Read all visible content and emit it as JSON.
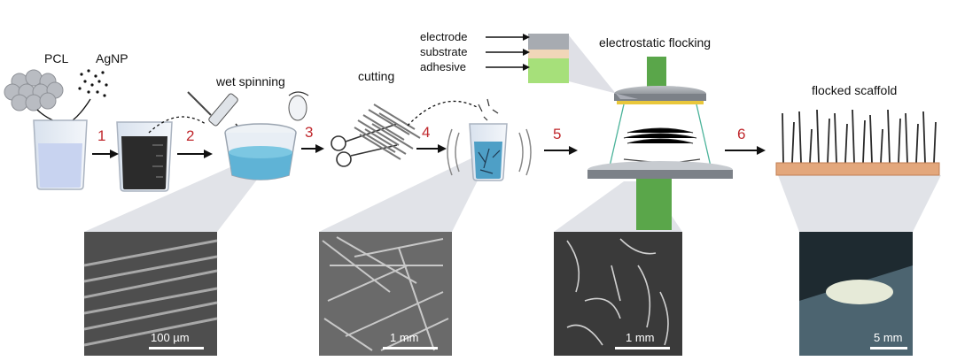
{
  "materials": {
    "pcl": "PCL",
    "agnp": "AgNP"
  },
  "stages": {
    "wet_spinning": "wet spinning",
    "cutting": "cutting",
    "electrostatic_flocking": "electrostatic flocking",
    "flocked_scaffold": "flocked scaffold"
  },
  "layers": {
    "electrode": "electrode",
    "substrate": "substrate",
    "adhesive": "adhesive"
  },
  "steps": [
    "1",
    "2",
    "3",
    "4",
    "5",
    "6"
  ],
  "scale_bars": {
    "wet_spinning": "100 µm",
    "cutting": "1 mm",
    "flocking": "1 mm",
    "scaffold": "5 mm"
  },
  "colors": {
    "step_numbers": "#c0282d",
    "electrode_cylinder": "#5aa64a",
    "solution": "#5fb3d6",
    "adhesive": "#a6e07a"
  }
}
